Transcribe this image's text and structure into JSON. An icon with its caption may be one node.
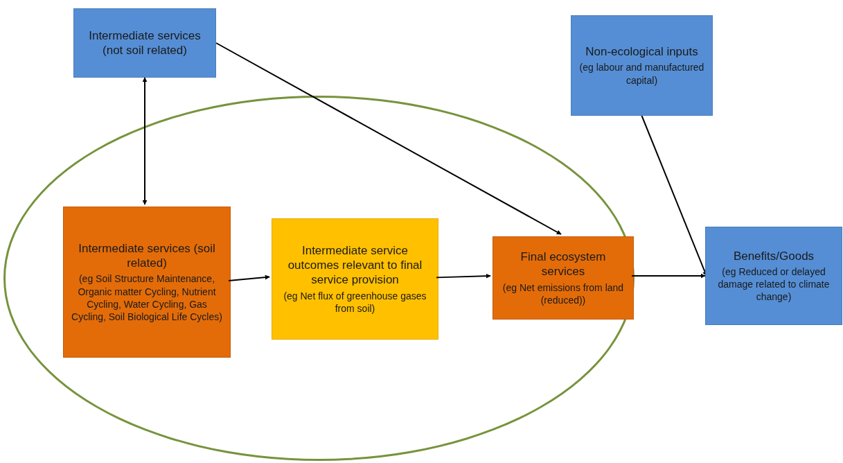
{
  "diagram": {
    "nodes": [
      {
        "text": [
          "Intermediate services (not soil related)"
        ]
      },
      {
        "text": [
          "Non-ecological inputs",
          "(eg labour and manufactured capital)"
        ]
      },
      {
        "text": [],
        "shape": "ellipse"
      },
      {
        "text": [
          "Intermediate services (soil related)",
          "(eg Soil Structure Maintenance, Organic matter Cycling, Nutrient Cycling, Water Cycling, Gas Cycling, Soil Biological Life Cycles)"
        ],
        "in": 2
      },
      {
        "text": [
          "Intermediate service outcomes relevant to final service provision",
          "(eg Net flux of greenhouse gases from soil)"
        ],
        "in": 2
      },
      {
        "text": [
          "Final ecosystem services",
          "(eg Net emissions from land (reduced))"
        ],
        "in": 2
      },
      {
        "text": [
          "Benefits/Goods",
          "(eg Reduced or delayed damage related to climate change)"
        ]
      }
    ],
    "edges": [
      {
        "from": 0,
        "to": 3,
        "arrow": "both"
      },
      {
        "from": 0,
        "to": 5,
        "arrow": "to"
      },
      {
        "from": 1,
        "to": 6,
        "arrow": "to"
      },
      {
        "from": 3,
        "to": 4,
        "arrow": "to"
      },
      {
        "from": 4,
        "to": 5,
        "arrow": "to"
      },
      {
        "from": 5,
        "to": 6,
        "arrow": "to"
      }
    ]
  }
}
